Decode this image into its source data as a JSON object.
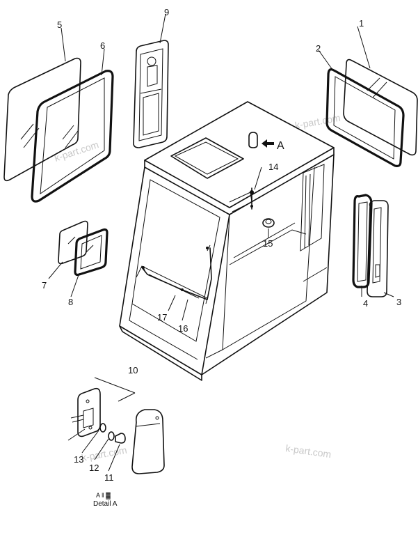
{
  "callouts": {
    "c1": "1",
    "c2": "2",
    "c3": "3",
    "c4": "4",
    "c5": "5",
    "c6": "6",
    "c7": "7",
    "c8": "8",
    "c9": "9",
    "c10": "10",
    "c11": "11",
    "c12": "12",
    "c13": "13",
    "c14": "14",
    "c15": "15",
    "c16": "16",
    "c17": "17"
  },
  "arrow_label": "A",
  "detail": {
    "symbols": "A ‖ ▓",
    "caption": "Detail A"
  },
  "watermark": "k-part.com"
}
